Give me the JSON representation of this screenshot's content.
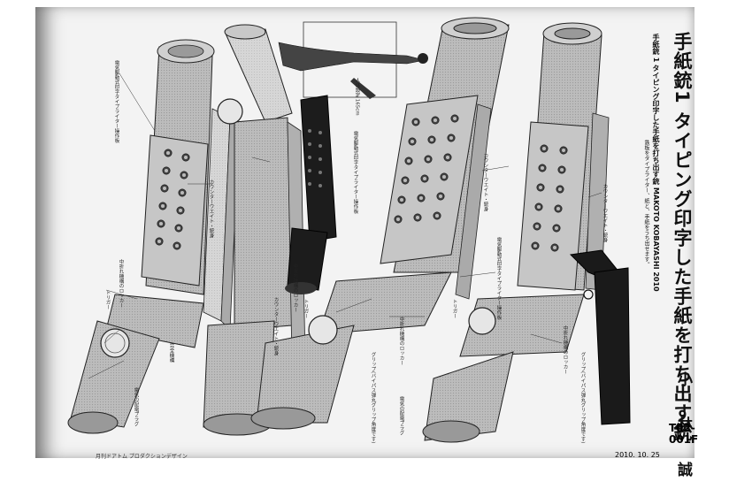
{
  "title": "手紙銃1 タイピング印字した手紙を打ち出す銃",
  "subtitle": "手紙銃 1 タイピング印字した手紙を打ち出す銃 MAKOTO KOBAYASHI 2010",
  "description": "鉄板をタイプライター、紙と、手紙をうち出せます。",
  "author": "小 林 誠",
  "code": "T02-001F",
  "date": "2010. 10. 25",
  "footer": "月刊ドアトム プロダクションデザイン",
  "callouts": [
    "電気駆動式印字タイプライター操作板",
    "カウンターウエイト・銃身",
    "中折れ機構のロッカー",
    "トリガー",
    "完全機構",
    "電気の配電プラグ",
    "カウンターウエイト・銃身",
    "中折れ機構のロッカー",
    "トリガー",
    "人体設定 165cm",
    "電気駆動式印字タイプライター操作板",
    "カウンターウエイト・銃身",
    "中折れ機構のロッカー",
    "トリガー",
    "グリップ(バイパス弾丸グリップ角度です)",
    "電気の配電プラグ",
    "電気駆動式印字タイプライター操作板",
    "カウンターウエイト・銃身",
    "中折れ機構のロッカー",
    "グリップ(バイパス弾丸グリップ角度です)"
  ]
}
